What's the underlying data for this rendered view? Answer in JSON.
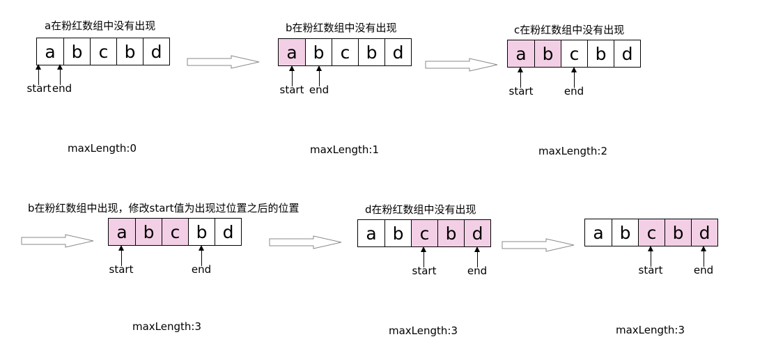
{
  "steps": [
    {
      "caption": "a在粉红数组中没有出现",
      "cells": [
        "a",
        "b",
        "c",
        "b",
        "d"
      ],
      "start_label": "start",
      "end_label": "end",
      "max": "maxLength:0"
    },
    {
      "caption": "b在粉红数组中没有出现",
      "cells": [
        "a",
        "b",
        "c",
        "b",
        "d"
      ],
      "start_label": "start",
      "end_label": "end",
      "max": "maxLength:1"
    },
    {
      "caption": "c在粉红数组中没有出现",
      "cells": [
        "a",
        "b",
        "c",
        "b",
        "d"
      ],
      "start_label": "start",
      "end_label": "end",
      "max": "maxLength:2"
    },
    {
      "caption": "b在粉红数组中出现，修改start值为出现过位置之后的位置",
      "cells": [
        "a",
        "b",
        "c",
        "b",
        "d"
      ],
      "start_label": "start",
      "end_label": "end",
      "max": "maxLength:3"
    },
    {
      "caption": "d在粉红数组中没有出现",
      "cells": [
        "a",
        "b",
        "c",
        "b",
        "d"
      ],
      "start_label": "start",
      "end_label": "end",
      "max": "maxLength:3"
    },
    {
      "caption": "",
      "cells": [
        "a",
        "b",
        "c",
        "b",
        "d"
      ],
      "start_label": "start",
      "end_label": "end",
      "max": "maxLength:3"
    }
  ],
  "colors": {
    "highlight": "#f3cfe6",
    "arrow_outline": "#8a8a8a"
  }
}
